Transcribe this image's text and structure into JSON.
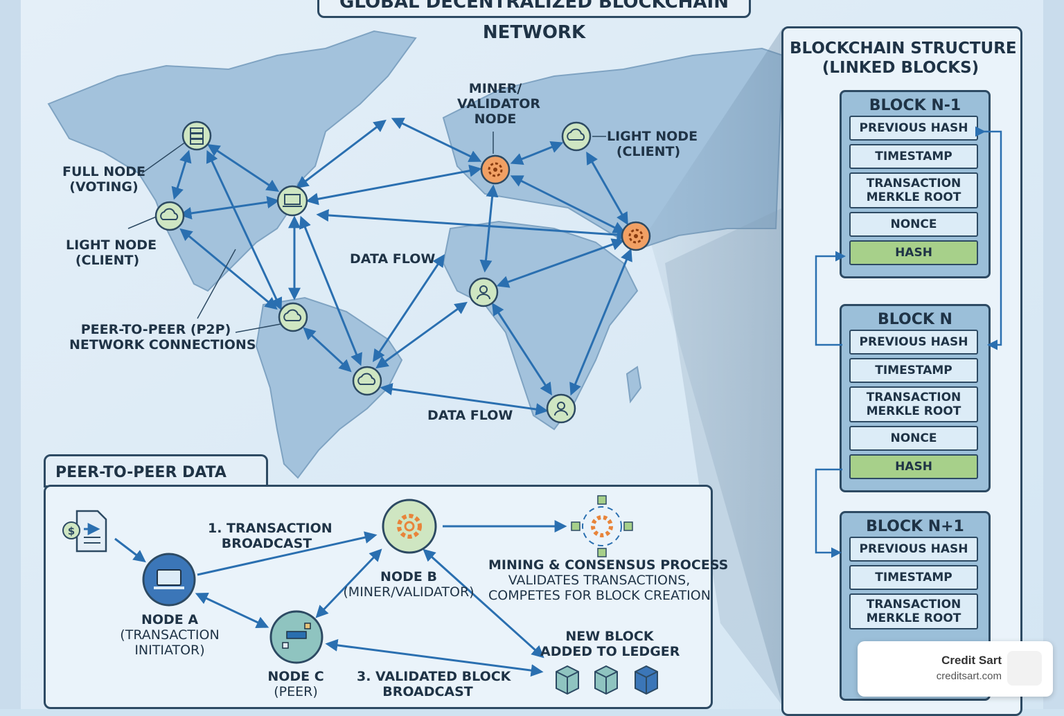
{
  "title": "GLOBAL DECENTRALIZED BLOCKCHAIN NETWORK",
  "map_labels": {
    "full_node": [
      "FULL NODE",
      "(VOTING)"
    ],
    "light_node_left": [
      "LIGHT NODE",
      "(CLIENT)"
    ],
    "light_node_right": [
      "LIGHT NODE",
      "(CLIENT)"
    ],
    "miner": [
      "MINER/",
      "VALIDATOR",
      "NODE"
    ],
    "p2p": [
      "PEER-TO-PEER (P2P)",
      "NETWORK CONNECTIONS"
    ],
    "data_flow_1": "DATA FLOW",
    "data_flow_2": "DATA FLOW"
  },
  "structure": {
    "title": [
      "BLOCKCHAIN STRUCTURE",
      "(LINKED BLOCKS)"
    ],
    "blocks": [
      {
        "name": "BLOCK N-1",
        "fields": [
          "PREVIOUS HASH",
          "TIMESTAMP",
          "TRANSACTION MERKLE ROOT",
          "NONCE",
          "HASH"
        ]
      },
      {
        "name": "BLOCK N",
        "fields": [
          "PREVIOUS HASH",
          "TIMESTAMP",
          "TRANSACTION MERKLE ROOT",
          "NONCE",
          "HASH"
        ]
      },
      {
        "name": "BLOCK N+1",
        "fields": [
          "PREVIOUS HASH",
          "TIMESTAMP",
          "TRANSACTION MERKLE ROOT"
        ]
      }
    ]
  },
  "flow": {
    "title": "PEER-TO-PEER DATA FLOW",
    "step1": [
      "1. TRANSACTION",
      "BROADCAST"
    ],
    "node_a": [
      "NODE A",
      "(TRANSACTION",
      "INITIATOR)"
    ],
    "node_b": [
      "NODE B",
      "(MINER/VALIDATOR)"
    ],
    "node_c": [
      "NODE C",
      "(PEER)"
    ],
    "mining": [
      "MINING & CONSENSUS PROCESS",
      "VALIDATES TRANSACTIONS,",
      "COMPETES FOR BLOCK CREATION"
    ],
    "new_block": [
      "NEW BLOCK",
      "ADDED TO LEDGER"
    ],
    "step3": [
      "3. VALIDATED BLOCK",
      "BROADCAST"
    ]
  },
  "credit": {
    "name": "Credit Sart",
    "url": "creditsart.com"
  },
  "colors": {
    "accent": "#2a6fb0",
    "line": "#2d4a63",
    "green_node": "#cfe6c2",
    "orange": "#e8843a",
    "hash_green": "#a7d08a"
  },
  "icons": [
    "server-icon",
    "laptop-icon",
    "cloud-icon",
    "gear-icon",
    "user-icon",
    "document-dollar-icon",
    "cube-icon"
  ]
}
